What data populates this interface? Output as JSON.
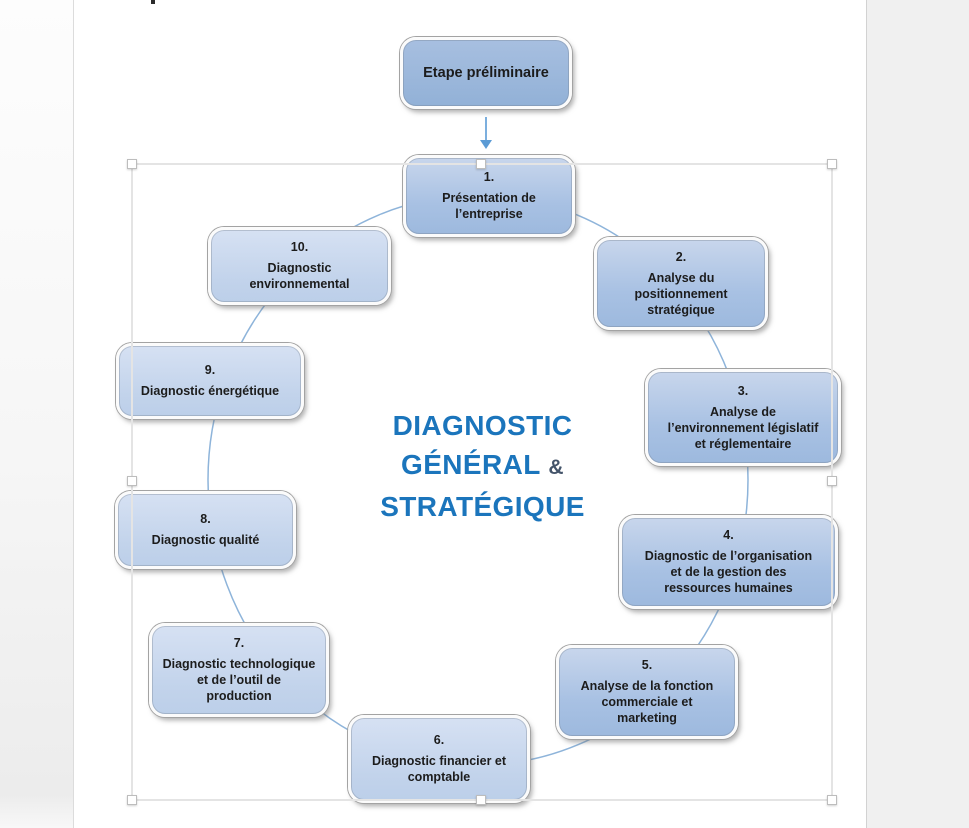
{
  "diagram": {
    "preliminary": {
      "label": "Etape préliminaire"
    },
    "center_title": {
      "line1": "DIAGNOSTIC",
      "line2": "GÉNÉRAL",
      "ampersand": "&",
      "line3": "STRATÉGIQUE"
    },
    "steps": [
      {
        "number": "1.",
        "lines": [
          "Présentation de",
          "l’entreprise"
        ]
      },
      {
        "number": "2.",
        "lines": [
          "Analyse du",
          "positionnement",
          "stratégique"
        ]
      },
      {
        "number": "3.",
        "lines": [
          "Analyse de",
          "l’environnement législatif",
          "et réglementaire"
        ]
      },
      {
        "number": "4.",
        "lines": [
          "Diagnostic de l’organisation",
          "et de la gestion des",
          "ressources humaines"
        ]
      },
      {
        "number": "5.",
        "lines": [
          "Analyse de la fonction",
          "commerciale et",
          "marketing"
        ]
      },
      {
        "number": "6.",
        "lines": [
          "Diagnostic financier et",
          "comptable"
        ]
      },
      {
        "number": "7.",
        "lines": [
          "Diagnostic technologique",
          "et de l’outil de",
          "production"
        ]
      },
      {
        "number": "8.",
        "lines": [
          "Diagnostic qualité"
        ]
      },
      {
        "number": "9.",
        "lines": [
          "Diagnostic énergétique"
        ]
      },
      {
        "number": "10.",
        "lines": [
          "Diagnostic",
          "environnemental"
        ]
      }
    ],
    "colors": {
      "title_blue": "#1b75bc",
      "ampersand_color": "#44546a",
      "box_fill_medium": "#a8c1e3",
      "box_fill_light": "#c2d3eb",
      "preliminary_fill": "#95b3d7",
      "arc_stroke": "#8eb4da",
      "arrow_blue": "#5b9bd5",
      "selection_gray": "#e4e4e4"
    }
  }
}
